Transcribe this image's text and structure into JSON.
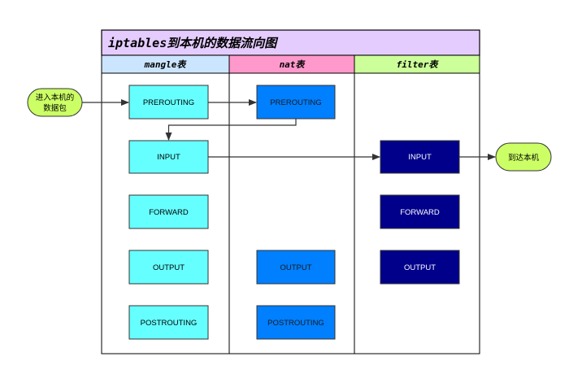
{
  "title": "iptables到本机的数据流向图",
  "columns": [
    {
      "label": "mangle表",
      "color": "#cce5ff"
    },
    {
      "label": "nat表",
      "color": "#ff99cc"
    },
    {
      "label": "filter表",
      "color": "#ccff99"
    }
  ],
  "colors": {
    "title_bg": "#e5ccff",
    "mangle_box": "#66ffff",
    "nat_box": "#007fff",
    "filter_box": "#00008b",
    "terminal": "#ccff66"
  },
  "start": {
    "line1": "进入本机的",
    "line2": "数据包"
  },
  "end": {
    "label": "到达本机"
  },
  "mangle": [
    "PREROUTING",
    "INPUT",
    "FORWARD",
    "OUTPUT",
    "POSTROUTING"
  ],
  "nat": {
    "prerouting": "PREROUTING",
    "output": "OUTPUT",
    "postrouting": "POSTROUTING"
  },
  "filter": {
    "input": "INPUT",
    "forward": "FORWARD",
    "output": "OUTPUT"
  }
}
